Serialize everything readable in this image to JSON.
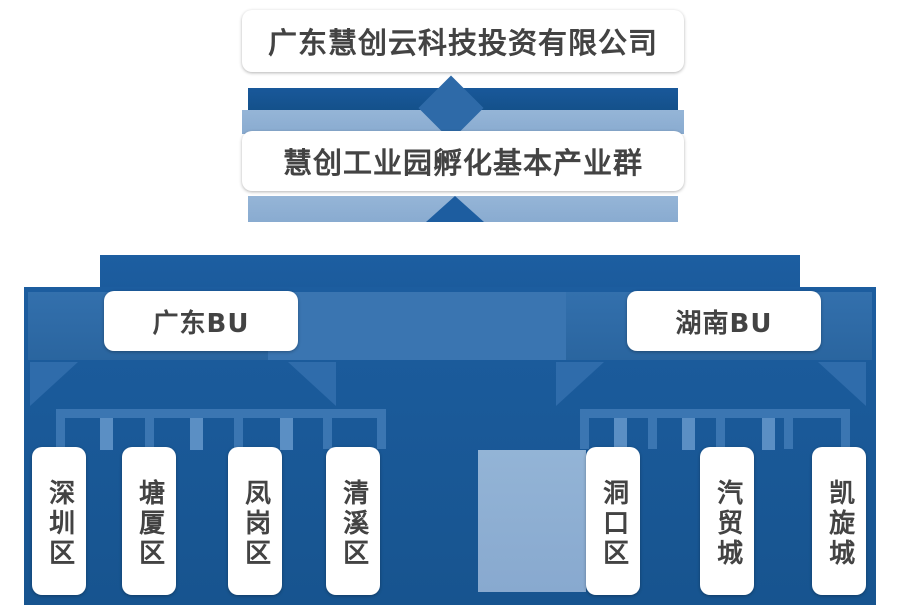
{
  "chart_data": {
    "type": "diagram",
    "title": "广东慧创云科技投资有限公司",
    "levels": [
      {
        "level": 1,
        "nodes": [
          "广东慧创云科技投资有限公司"
        ]
      },
      {
        "level": 2,
        "nodes": [
          "慧创工业园孵化基本产业群"
        ]
      },
      {
        "level": 3,
        "nodes": [
          "广东BU",
          "湖南BU"
        ]
      },
      {
        "level": 4,
        "nodes": [
          "深圳区",
          "塘厦区",
          "凤岗区",
          "清溪区",
          "",
          "洞口区",
          "汽贸城",
          "凯旋城"
        ]
      }
    ]
  },
  "hierarchy": {
    "company": {
      "label": "广东慧创云科技投资有限公司"
    },
    "group": {
      "label": "慧创工业园孵化基本产业群"
    },
    "business_units": [
      {
        "label": "广东BU"
      },
      {
        "label": "湖南BU"
      }
    ],
    "districts_left": [
      {
        "label": "深圳区"
      },
      {
        "label": "塘厦区"
      },
      {
        "label": "凤岗区"
      },
      {
        "label": "清溪区"
      }
    ],
    "districts_right": [
      {
        "label": "洞口区"
      },
      {
        "label": "汽贸城"
      },
      {
        "label": "凯旋城"
      }
    ]
  },
  "colors": {
    "panel_blue": "#1a5a9b",
    "band_dark_blue": "#15558f",
    "band_light_blue": "#8fb0d4",
    "spine_blue": "#2d6aa8",
    "bracket_blue": "#3b76b2",
    "card_white": "#ffffff",
    "text_gray": "#434343"
  }
}
